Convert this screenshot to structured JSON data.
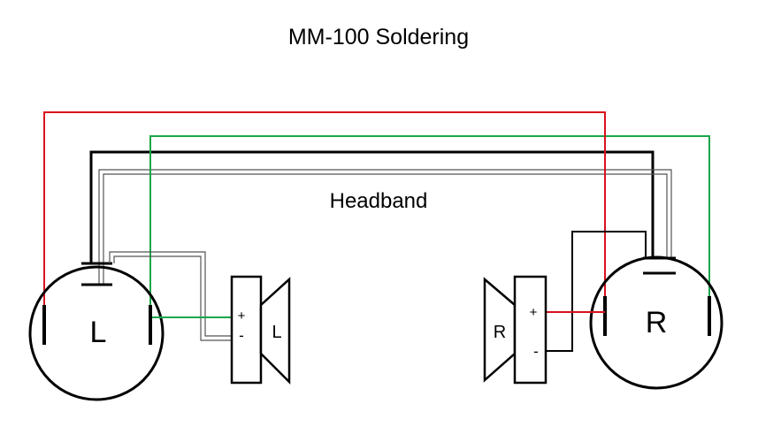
{
  "title": "MM-100 Soldering",
  "headband_label": "Headband",
  "left": {
    "connector_label": "L",
    "driver_label": "L",
    "plus": "+",
    "minus": "-"
  },
  "right": {
    "connector_label": "R",
    "driver_label": "R",
    "plus": "+",
    "minus": "-"
  },
  "colors": {
    "red_wire": "#d8111d",
    "green_wire": "#1aa64a",
    "black_wire": "#000000",
    "outline": "#000000"
  }
}
